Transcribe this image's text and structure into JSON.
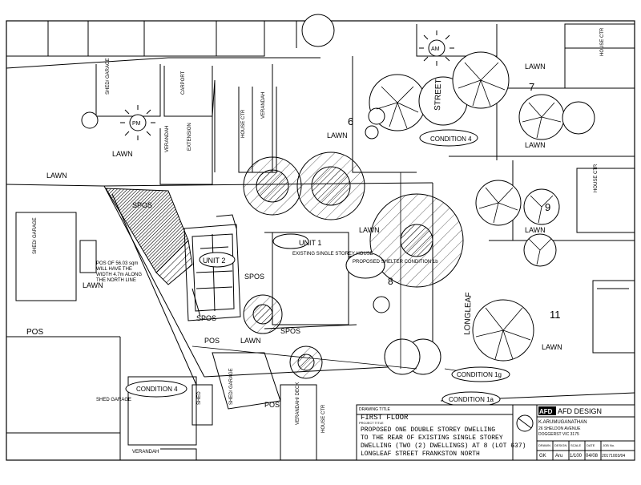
{
  "labels": {
    "lawn": "LAWN",
    "street": "STREET",
    "longleaf": "LONGLEAF",
    "lot6": "6",
    "lot7": "7",
    "lot8": "8",
    "lot9": "9",
    "lot11": "11",
    "shed_garage": "SHED/ GARAGE",
    "shed": "SHED",
    "shed_garage_alt": "SHED/ GARAGE",
    "carport": "CARPORT",
    "verandah": "VERANDAH",
    "extension": "EXTENSION",
    "house_ctr": "HOUSE CTR",
    "pos": "POS",
    "spos": "SPOS",
    "unit1": "UNIT 1",
    "unit2": "UNIT 2",
    "existing": "EXISTING SINGLE STOREY HOUSE",
    "proposed_shelter": "PROPOSED SHELTER CONDITION 1b",
    "pos_width": "POS OF 56.03 sqm WILL HAVE THE WIDTH 4.7m ALONG THE NORTH LINE",
    "cond4a": "CONDITION 4",
    "cond4b": "CONDITION 4",
    "cond1g": "CONDITION 1g",
    "cond1a": "CONDITION 1a",
    "am": "AM",
    "pm": "PM",
    "verandah_deck": "VERANDAH/ DECK",
    "shed_garage_low": "SHED GARAGE",
    "verandah_low": "VERANDAH"
  },
  "title_block": {
    "drawing_title_label": "DRAWING TITLE",
    "drawing_title": "FIRST FLOOR",
    "project_label": "PROJECT TITLE",
    "project_lines": [
      "PROPOSED ONE DOUBLE STOREY DWELLING",
      "TO THE REAR OF EXISTING SINGLE STOREY",
      "DWELLING (TWO (2) DWELLINGS) AT 8 (LOT 637)",
      "LONGLEAF STREET FRANKSTON NORTH"
    ],
    "firm": "AFD DESIGN",
    "designer": "K.ARUMUGANATHAN",
    "address1": "26 SHELDON AVENUE",
    "address2": "DOGGERST VIC 3175",
    "drawn_label": "DRAWN",
    "drawn": "GK",
    "design_label": "DESIGN",
    "design": "Aru",
    "scale_label": "SCALE",
    "scale": "1/100",
    "date_label": "DATE",
    "date": "04/08",
    "job_label": "JOB No.",
    "job": "20171003/04"
  },
  "colors": {
    "line": "#000000",
    "hatch": "#000000",
    "paper": "#ffffff"
  }
}
